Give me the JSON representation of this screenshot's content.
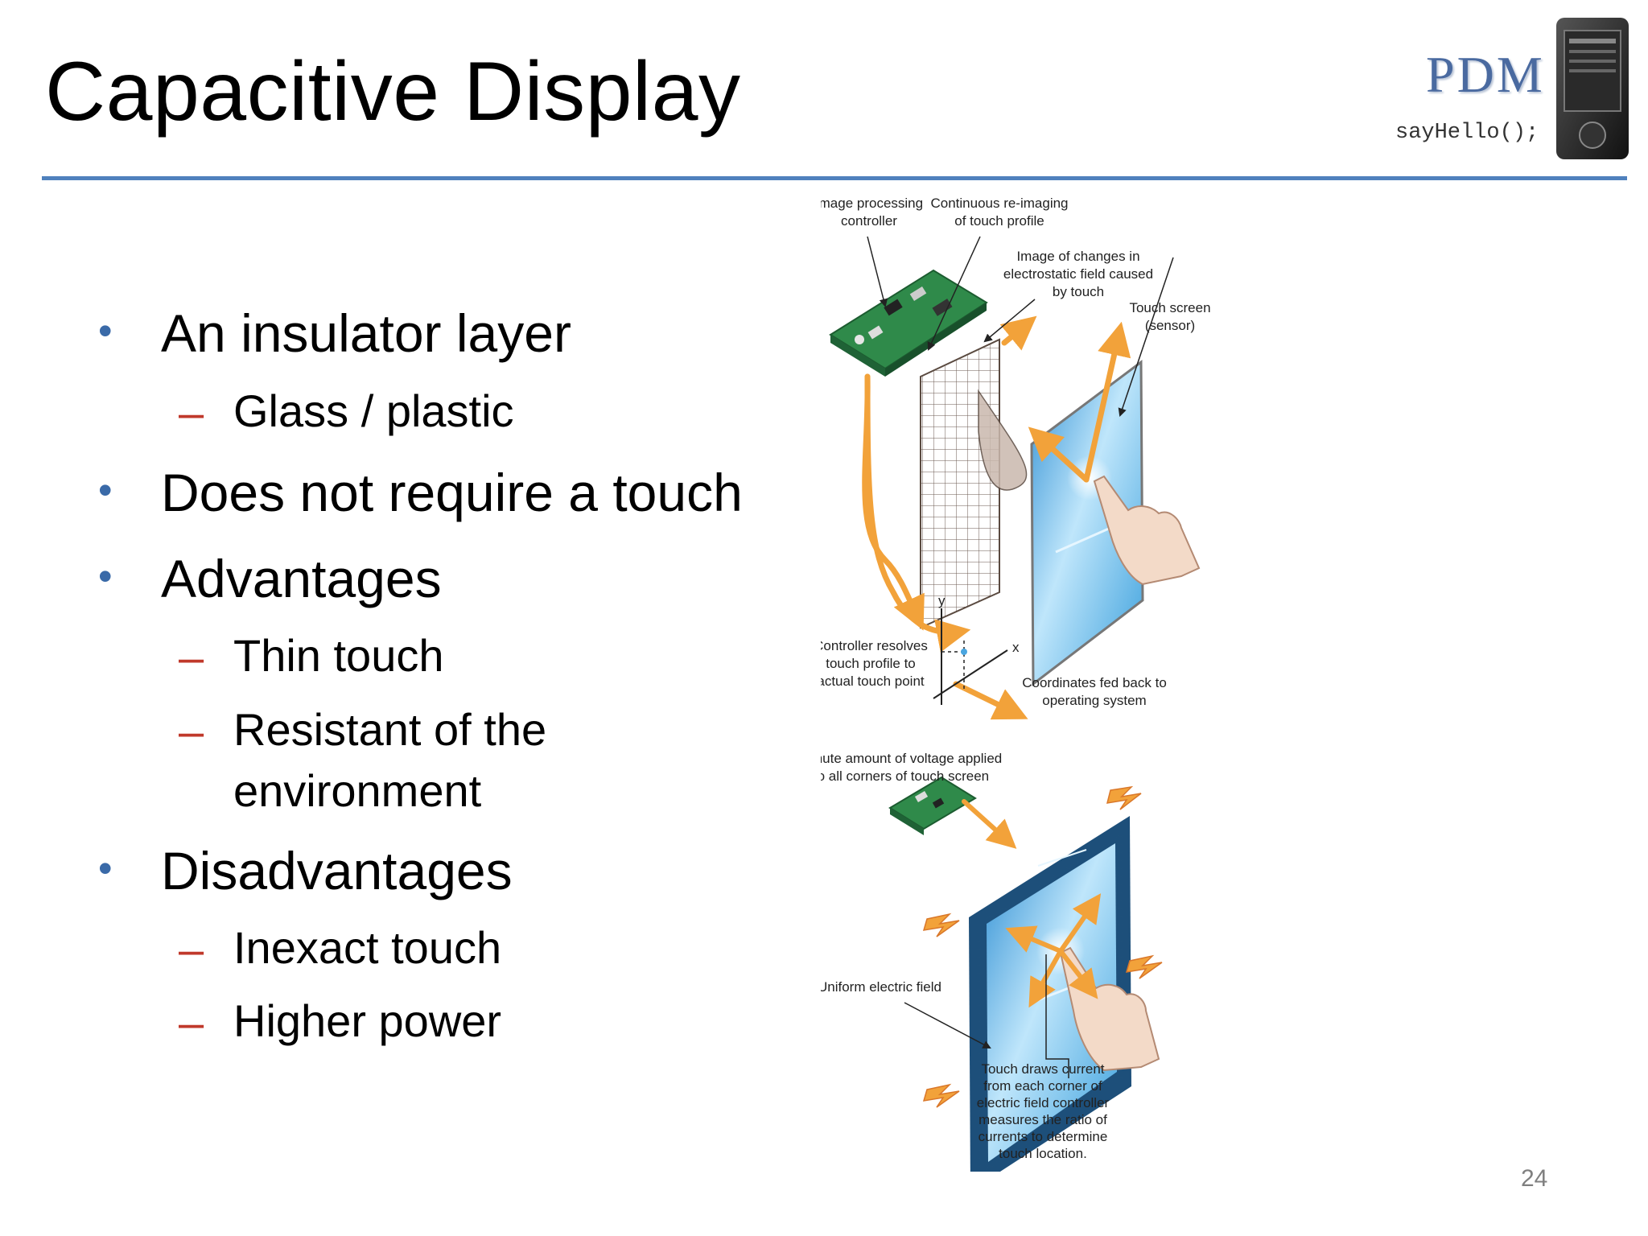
{
  "slide": {
    "title": "Capacitive Display",
    "page_number": "24"
  },
  "logo": {
    "brand": "PDM",
    "tagline": "sayHello();"
  },
  "bullets": {
    "b1": "An insulator layer",
    "b1_sub1": "Glass / plastic",
    "b2": "Does not require a touch",
    "b3": "Advantages",
    "b3_sub1": "Thin touch",
    "b3_sub2_line1": "Resistant of the",
    "b3_sub2_line2": "environment",
    "b4": "Disadvantages",
    "b4_sub1": "Inexact touch",
    "b4_sub2": "Higher power",
    "bullet_glyph": "•",
    "dash_glyph": "–"
  },
  "diagram_top": {
    "label_controller_l1": "Image processing",
    "label_controller_l2": "controller",
    "label_reimaging_l1": "Continuous re-imaging",
    "label_reimaging_l2": "of touch profile",
    "label_changes_l1": "Image of changes in",
    "label_changes_l2": "electrostatic field caused",
    "label_changes_l3": "by touch",
    "label_screen_l1": "Touch screen",
    "label_screen_l2": "(sensor)",
    "label_resolves_l1": "Controller resolves",
    "label_resolves_l2": "touch profile to",
    "label_resolves_l3": "actual touch point",
    "label_coords_l1": "Coordinates fed back to",
    "label_coords_l2": "operating system",
    "axis_y": "y",
    "axis_x": "x"
  },
  "diagram_bottom": {
    "label_voltage_l1": "Minute amount of voltage applied",
    "label_voltage_l2": "to all corners of touch screen",
    "label_field": "Uniform electric field",
    "label_draws_l1": "Touch draws current",
    "label_draws_l2": "from each corner of",
    "label_draws_l3": "electric field controller",
    "label_draws_l4": "measures the ratio of",
    "label_draws_l5": "currents to determine",
    "label_draws_l6": "touch location."
  },
  "colors": {
    "accent_rule": "#4f81bd",
    "bullet": "#3a6aa8",
    "dash": "#c0392b",
    "screen_blue": "#5ab4e8",
    "arrow_orange": "#f2a23a",
    "board_green": "#2f8a4a"
  }
}
